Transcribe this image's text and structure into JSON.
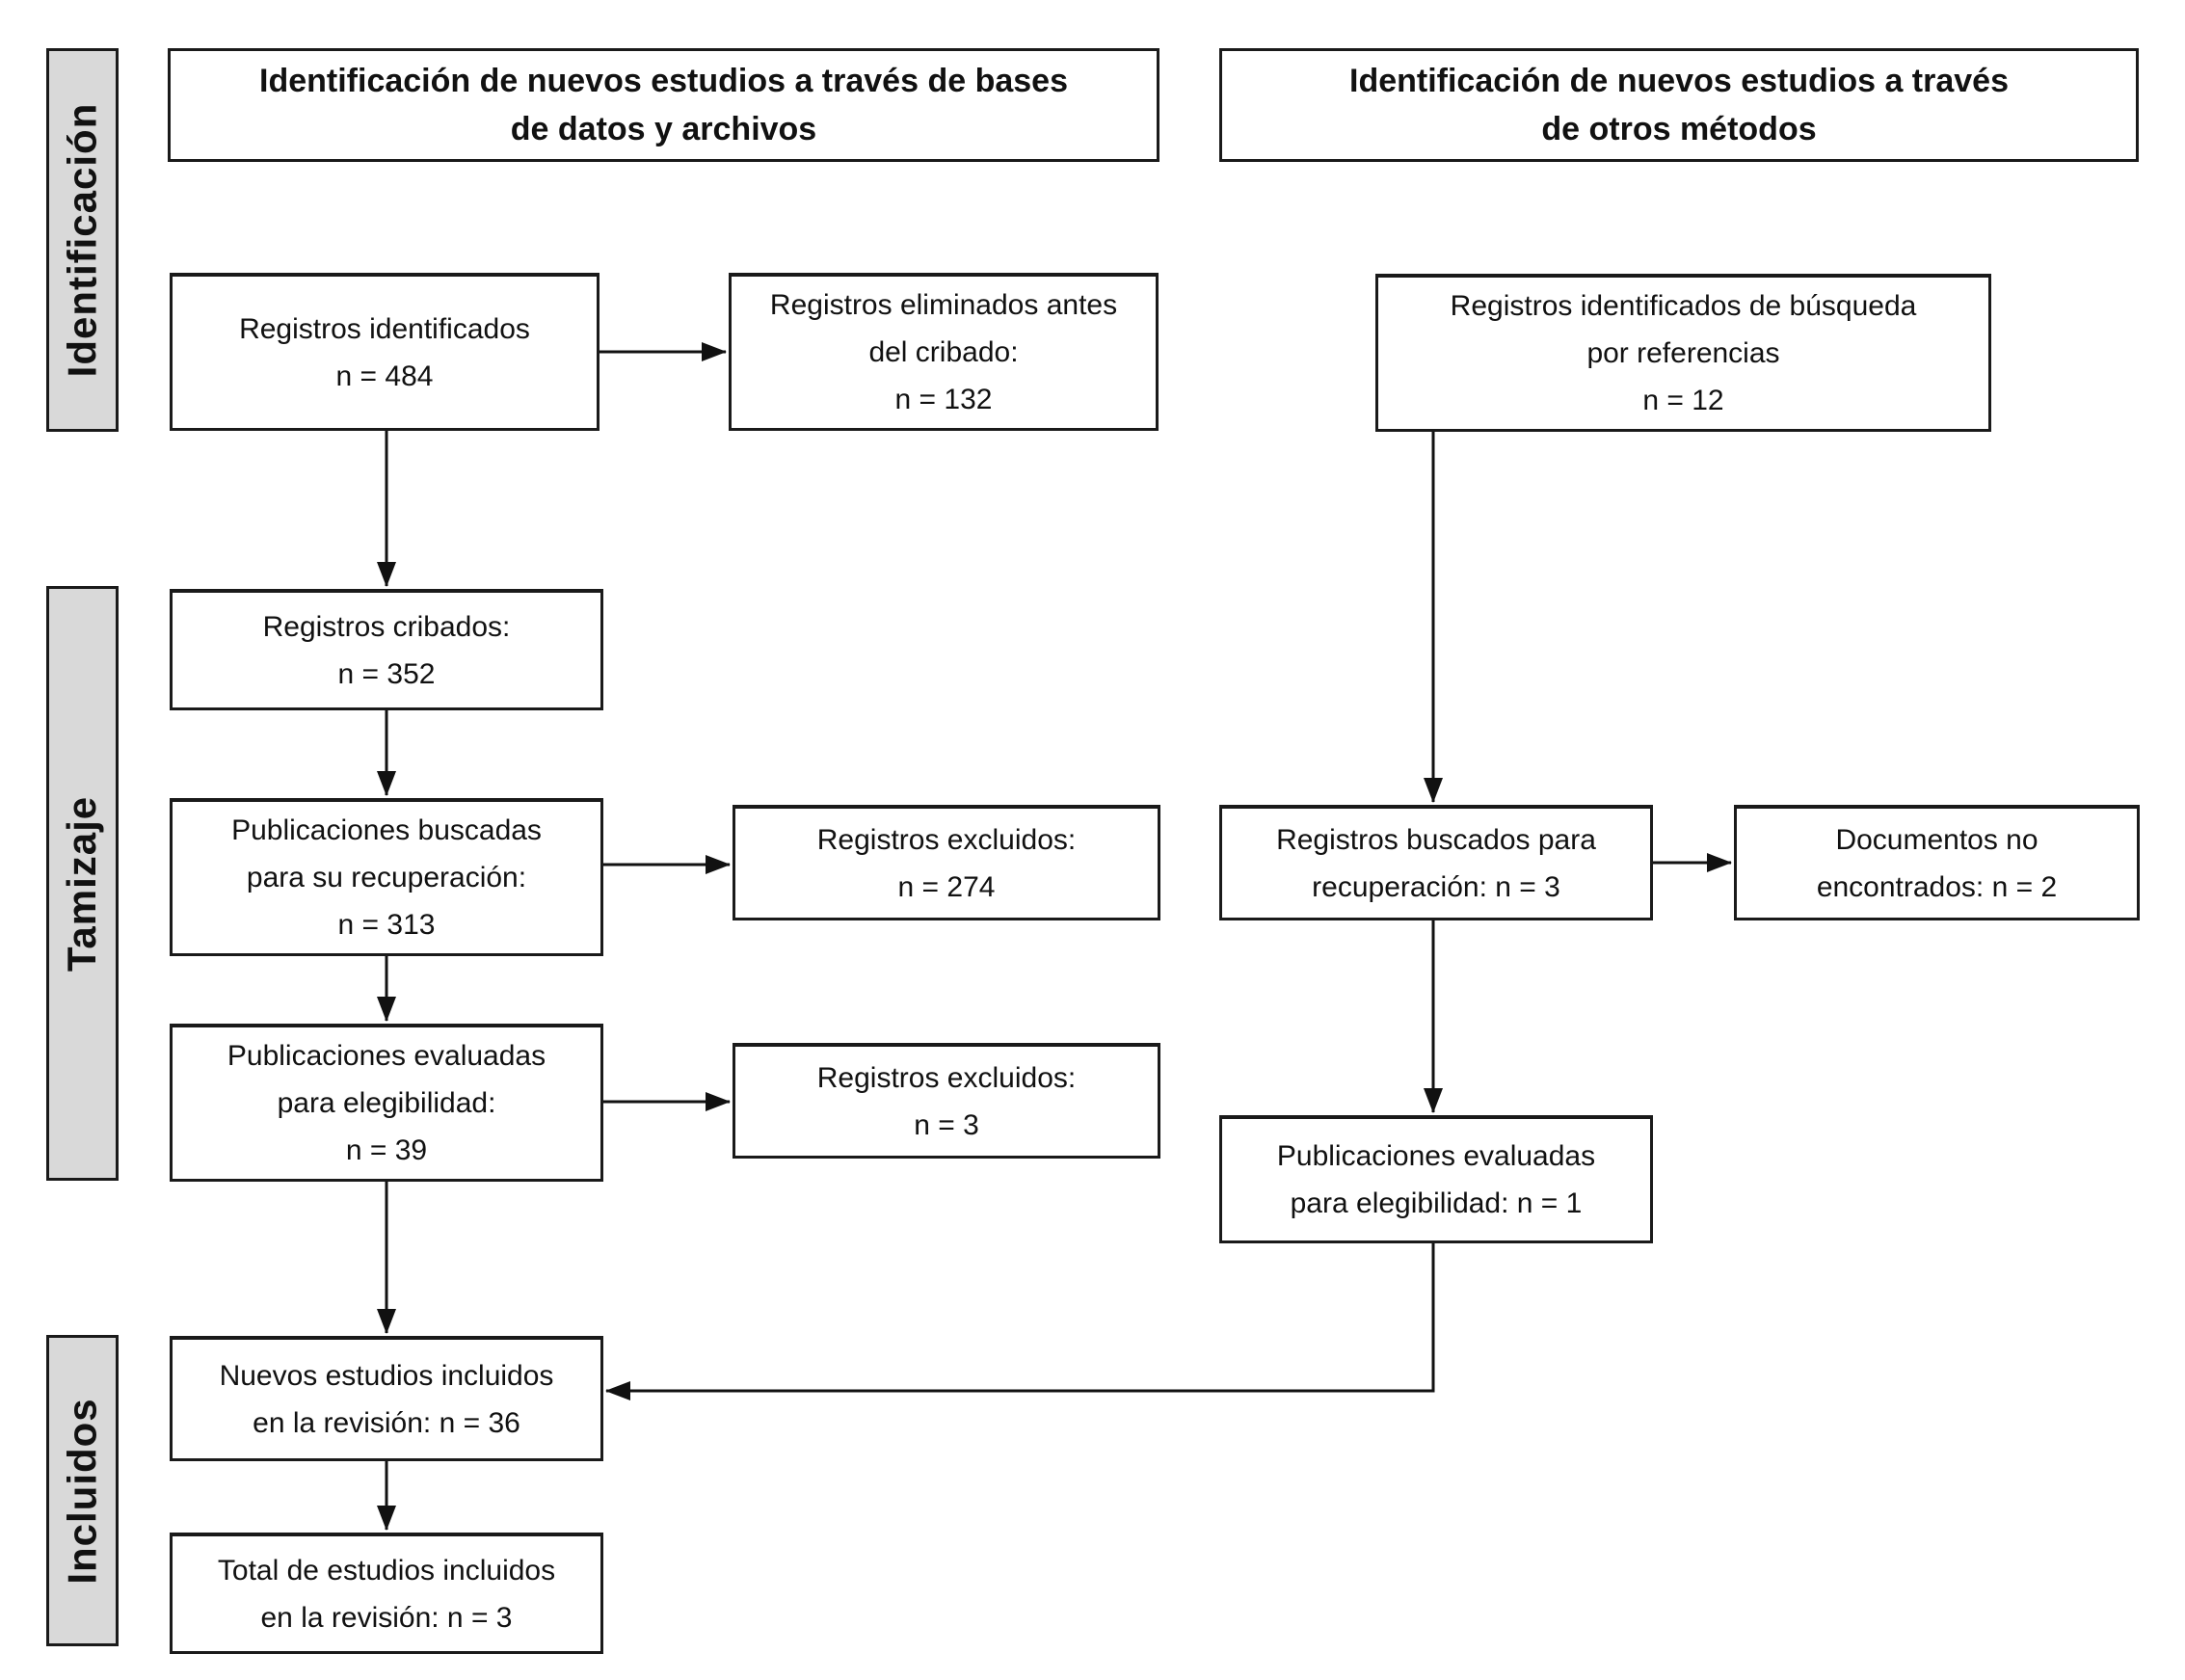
{
  "stage_labels": {
    "identification": "Identificación",
    "screening": "Tamizaje",
    "included": "Incluidos"
  },
  "headers": {
    "databases": {
      "lines": [
        "Identificación de nuevos estudios a través de bases",
        "de datos y archivos"
      ]
    },
    "other_methods": {
      "lines": [
        "Identificación de nuevos estudios a través",
        "de otros métodos"
      ]
    }
  },
  "boxes": {
    "records_identified": {
      "lines": [
        "Registros identificados",
        "n = 484"
      ]
    },
    "records_removed_before_screening": {
      "lines": [
        "Registros eliminados antes",
        "del cribado:",
        "n = 132"
      ]
    },
    "records_identified_references": {
      "lines": [
        "Registros identificados de búsqueda",
        "por referencias",
        "n = 12"
      ]
    },
    "records_screened": {
      "lines": [
        "Registros cribados:",
        "n = 352"
      ]
    },
    "publications_sought": {
      "lines": [
        "Publicaciones buscadas",
        "para su recuperación:",
        "n = 313"
      ]
    },
    "records_excluded_274": {
      "lines": [
        "Registros excluidos:",
        "n = 274"
      ]
    },
    "records_sought_references": {
      "lines": [
        "Registros buscados para",
        "recuperación: n = 3"
      ]
    },
    "documents_not_found": {
      "lines": [
        "Documentos no",
        "encontrados: n = 2"
      ]
    },
    "publications_assessed": {
      "lines": [
        "Publicaciones evaluadas",
        "para elegibilidad:",
        "n = 39"
      ]
    },
    "records_excluded_3": {
      "lines": [
        "Registros excluidos:",
        "n = 3"
      ]
    },
    "publications_assessed_references": {
      "lines": [
        "Publicaciones evaluadas",
        "para elegibilidad: n = 1"
      ]
    },
    "new_studies_included": {
      "lines": [
        "Nuevos estudios incluidos",
        "en la revisión: n = 36"
      ]
    },
    "total_studies_included": {
      "lines": [
        "Total de estudios incluidos",
        "en la revisión: n = 3"
      ]
    }
  },
  "counts": {
    "identified": 484,
    "removed_before_screening": 132,
    "identified_by_references": 12,
    "screened": 352,
    "sought_for_retrieval": 313,
    "excluded_after_screening": 274,
    "sought_by_references": 3,
    "not_found": 2,
    "assessed_for_eligibility": 39,
    "excluded_after_assessment": 3,
    "assessed_references": 1,
    "new_included": 36,
    "total_included": 3
  },
  "colors": {
    "background": "#ffffff",
    "box_border": "#1a1a1a",
    "text": "#111111",
    "stage_bar_fill": "#d9d9d9",
    "connector": "#111111"
  }
}
